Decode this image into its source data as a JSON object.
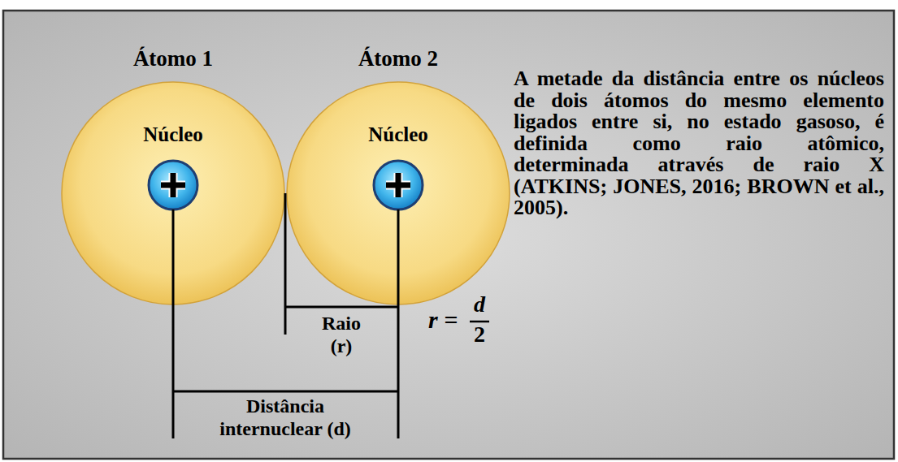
{
  "diagram": {
    "nodes": [
      {
        "text": [
          "Átomo 1",
          "Núcleo"
        ]
      },
      {
        "text": [
          "Átomo 2",
          "Núcleo"
        ]
      }
    ],
    "labels": [
      "Raio (r)",
      "r =",
      "d",
      "2",
      "Distância internuclear (d)",
      "A metade da distância entre os núcleos de dois átomos do mesmo elemento ligados entre si, no estado gasoso, é definida como raio atômico, determinada através de raio X (ATKINS; JONES, 2016; BROWN et al., 2005)."
    ]
  }
}
